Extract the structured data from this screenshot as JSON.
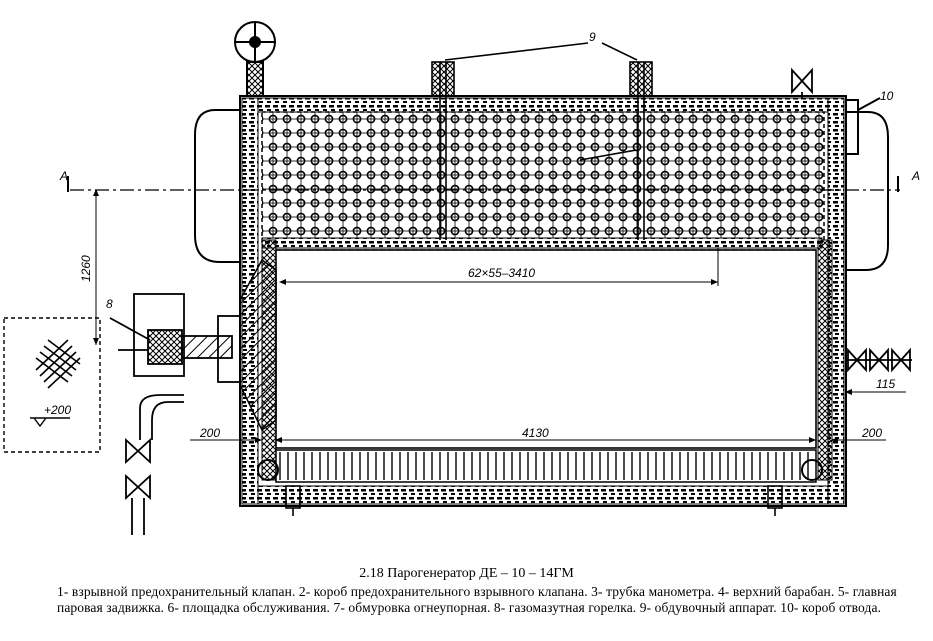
{
  "labels": {
    "callout_9": "9",
    "callout_10": "10",
    "callout_8": "8",
    "section_mark": "A",
    "dim_vertical": "1260",
    "dim_tubes": "62×55–3410",
    "dim_115": "115",
    "dim_200_left": "200",
    "dim_4130": "4130",
    "dim_200_right": "200",
    "level_mark": "+200"
  },
  "caption": {
    "title": "2.18  Парогенератор ДЕ – 10 – 14ГМ",
    "legend": "1- взрывной предохранительный клапан.  2- короб предохранительного взрывного клапана.  3- трубка манометра.  4- верхний барабан.  5- главная паровая задвижка.  6- площадка обслуживания.  7- обмуровка огнеупорная.  8- газомазутная горелка.  9- обдувочный аппарат.  10- короб отвода."
  }
}
